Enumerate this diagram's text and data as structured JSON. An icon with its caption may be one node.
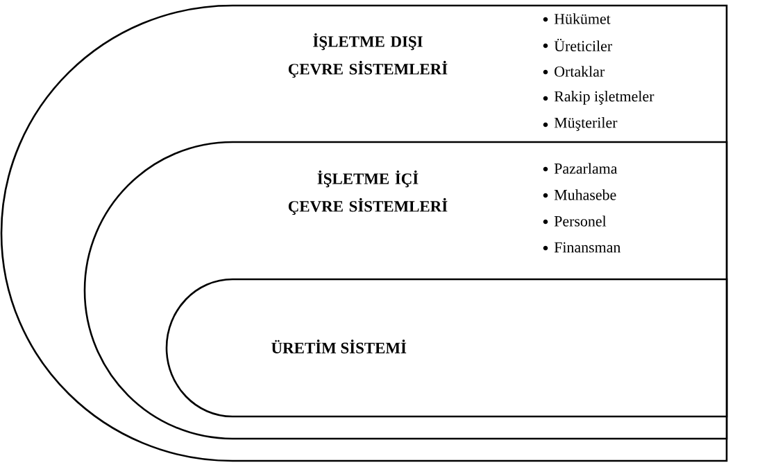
{
  "diagram": {
    "nodes": [
      {
        "text": [
          "İŞLETME DIŞI ÇEVRE SİSTEMLERİ",
          "Hükümet",
          "Üreticiler",
          "Ortaklar",
          "Rakip işletmeler",
          "Müşteriler"
        ]
      },
      {
        "text": [
          "İŞLETME İÇİ ÇEVRE SİSTEMLERİ",
          "Pazarlama",
          "Muhasebe",
          "Personel",
          "Finansman"
        ],
        "in": 0
      },
      {
        "text": [
          "ÜRETİM SİSTEMİ"
        ],
        "in": 1
      }
    ]
  }
}
